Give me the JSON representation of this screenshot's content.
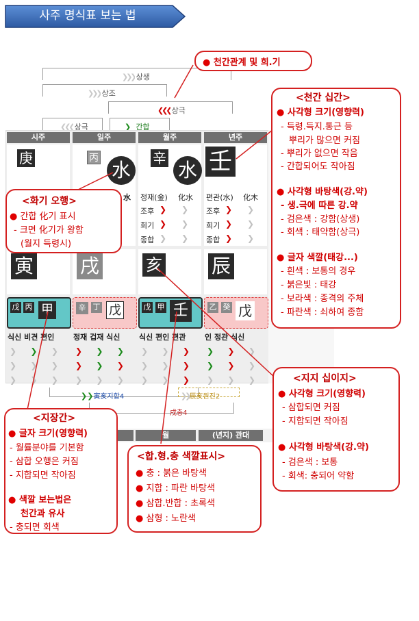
{
  "title": "사주 명식표 보는 법",
  "relations": {
    "sangsaeng": "상생",
    "sangjo": "상조",
    "sanggeuk_top": "상극",
    "sanggeuk_left": "상극",
    "ganhap": "간합"
  },
  "columns": {
    "heads": [
      "시주",
      "일주",
      "월주",
      "년주"
    ],
    "stems": [
      "庚",
      "丙",
      "辛",
      "壬"
    ],
    "hwagi_chars": [
      "水",
      "水"
    ],
    "hwagi_hwa": "水",
    "month_info": [
      "정재(金)",
      "化水"
    ],
    "year_info": [
      "편관(水)",
      "化木"
    ],
    "rows": [
      "조후",
      "희기",
      "종합"
    ],
    "branches": [
      "寅",
      "戌",
      "亥",
      "辰"
    ],
    "hidden": [
      [
        "戊",
        "丙",
        "甲"
      ],
      [
        "辛",
        "丁",
        "戊"
      ],
      [
        "戊",
        "甲",
        "壬"
      ],
      [
        "乙",
        "癸",
        "戊"
      ]
    ],
    "hidden_labels": [
      "식신 비견 편인",
      "정재 겁재 식신",
      "식신 편인 편관",
      "인 정관 식신"
    ]
  },
  "bottom_relations": {
    "inhae": "寅亥지합4",
    "haejin": "辰亥원진2",
    "sulchung": "戌충4"
  },
  "lower_tabs": {
    "year_label": "(년지) 관대",
    "other_label": "월"
  },
  "callout_top": {
    "title": "천간관계 및 희.기"
  },
  "callout_cheongan": {
    "title": "<천간 십간>",
    "h1": "사각형 크기(영향력)",
    "l1": "- 득령.득지.통근 등",
    "l2": "뿌리가 많으면  커짐",
    "l3": "- 뿌리가 없으면 작음",
    "l4": "- 간합되어도 작아짐",
    "h2": "사각형 바탕색(강.약)",
    "h2b": "- 생.극에 따른 강.약",
    "l5": "- 검은색 : 강함(상생)",
    "l6": "- 회색 : 태약함(상극)",
    "h3": "글자 색깔(태강...)",
    "l7": "- 흰색 : 보통의 경우",
    "l8": "- 붉은빛 : 태강",
    "l9": "- 보라색 : 종격의 주체",
    "l10": "- 파란색 : 쇠하여 종함"
  },
  "callout_hwagi": {
    "title": "<화기 오행>",
    "h1": "간합 化기 표시",
    "l1": "- 크면 化기가 왕함",
    "l2": "(월지 득령시)"
  },
  "callout_jiji": {
    "title": "<지지 십이지>",
    "h1": "사각형 크기(영향력)",
    "l1": "- 삼합되면 커짐",
    "l2": "- 지합되면 작아짐",
    "h2": "사각형 바탕색(강.약)",
    "l3": "- 검은색 : 보통",
    "l4": "- 회색: 충되어 약함"
  },
  "callout_jijanggan": {
    "title": "<지장간>",
    "h1": "글자 크기(영향력)",
    "l1": "-  월률분야를 기본함",
    "l2": "-  삼합 오행은 커짐",
    "l3": "-  지합되면 작아짐",
    "h2": "색깔 보는법은",
    "h2b": "천간과 유사",
    "l4": "- 충되면 회색"
  },
  "callout_hap": {
    "title": "<합.형.충 색깔표시>",
    "l1": "충 : 붉은 바탕색",
    "l2": "지합 : 파란 바탕색",
    "l3": "삼합.반합 : 초록색",
    "l4": "삼형 : 노란색"
  },
  "colors": {
    "banner": "#3f6fb6",
    "callout_border": "#d42020",
    "teal": "#63c7c7",
    "pink": "#f8c8c8"
  }
}
